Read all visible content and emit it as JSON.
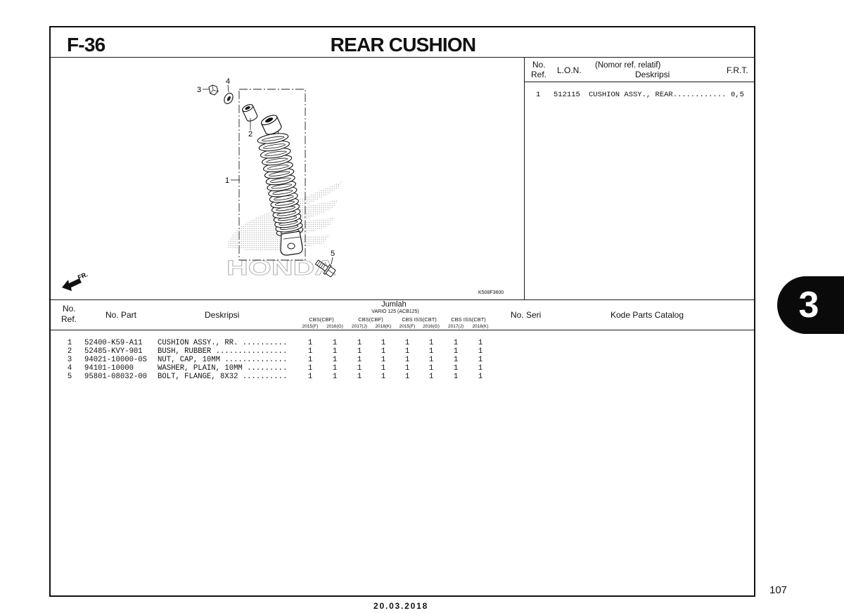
{
  "header": {
    "section_code": "F-36",
    "title": "REAR CUSHION"
  },
  "diagram": {
    "callouts": [
      "1",
      "2",
      "3",
      "4",
      "5"
    ],
    "front_label": "FR.",
    "drawing_code": "K508F3600",
    "watermark": "HONDA"
  },
  "lon_table": {
    "header": {
      "no": "No.",
      "ref": "Ref.",
      "lon": "L.O.N.",
      "desc_line1": "(Nomor ref. relatif)",
      "desc_line2": "Deskripsi",
      "frt": "F.R.T."
    },
    "rows": [
      {
        "ref": "1",
        "lon": "512115",
        "description": "CUSHION ASSY., REAR............",
        "frt": "0,5"
      }
    ]
  },
  "parts_table": {
    "header": {
      "no": "No.",
      "ref": "Ref.",
      "part_no": "No. Part",
      "description": "Deskripsi",
      "quantity": "Jumlah",
      "model": "VARIO 125 (ACB125)",
      "variants": [
        "CBS(CBF)",
        "CBS(CBF)",
        "CBS ISS(CBT)",
        "CBS ISS(CBT)"
      ],
      "years": [
        "2015(F)",
        "2016(G)",
        "2017(J)",
        "2018(K)",
        "2015(F)",
        "2016(G)",
        "2017(J)",
        "2018(K)"
      ],
      "serial_no": "No. Seri",
      "catalog_code": "Kode Parts Catalog"
    },
    "rows": [
      {
        "ref": "1",
        "part_no": "52400-K59-A11",
        "description": "CUSHION ASSY., RR. ..........",
        "qty": [
          "1",
          "1",
          "1",
          "1",
          "1",
          "1",
          "1",
          "1"
        ]
      },
      {
        "ref": "2",
        "part_no": "52485-KVY-901",
        "description": "BUSH, RUBBER ................",
        "qty": [
          "1",
          "1",
          "1",
          "1",
          "1",
          "1",
          "1",
          "1"
        ]
      },
      {
        "ref": "3",
        "part_no": "94021-10000-0S",
        "description": "NUT, CAP, 10MM ..............",
        "qty": [
          "1",
          "1",
          "1",
          "1",
          "1",
          "1",
          "1",
          "1"
        ]
      },
      {
        "ref": "4",
        "part_no": "94101-10000",
        "description": "WASHER, PLAIN, 10MM .........",
        "qty": [
          "1",
          "1",
          "1",
          "1",
          "1",
          "1",
          "1",
          "1"
        ]
      },
      {
        "ref": "5",
        "part_no": "95801-08032-00",
        "description": "BOLT, FLANGE, 8X32 ..........",
        "qty": [
          "1",
          "1",
          "1",
          "1",
          "1",
          "1",
          "1",
          "1"
        ]
      }
    ]
  },
  "side_tab": "3",
  "page_number": "107",
  "print_date": "20.03.2018"
}
